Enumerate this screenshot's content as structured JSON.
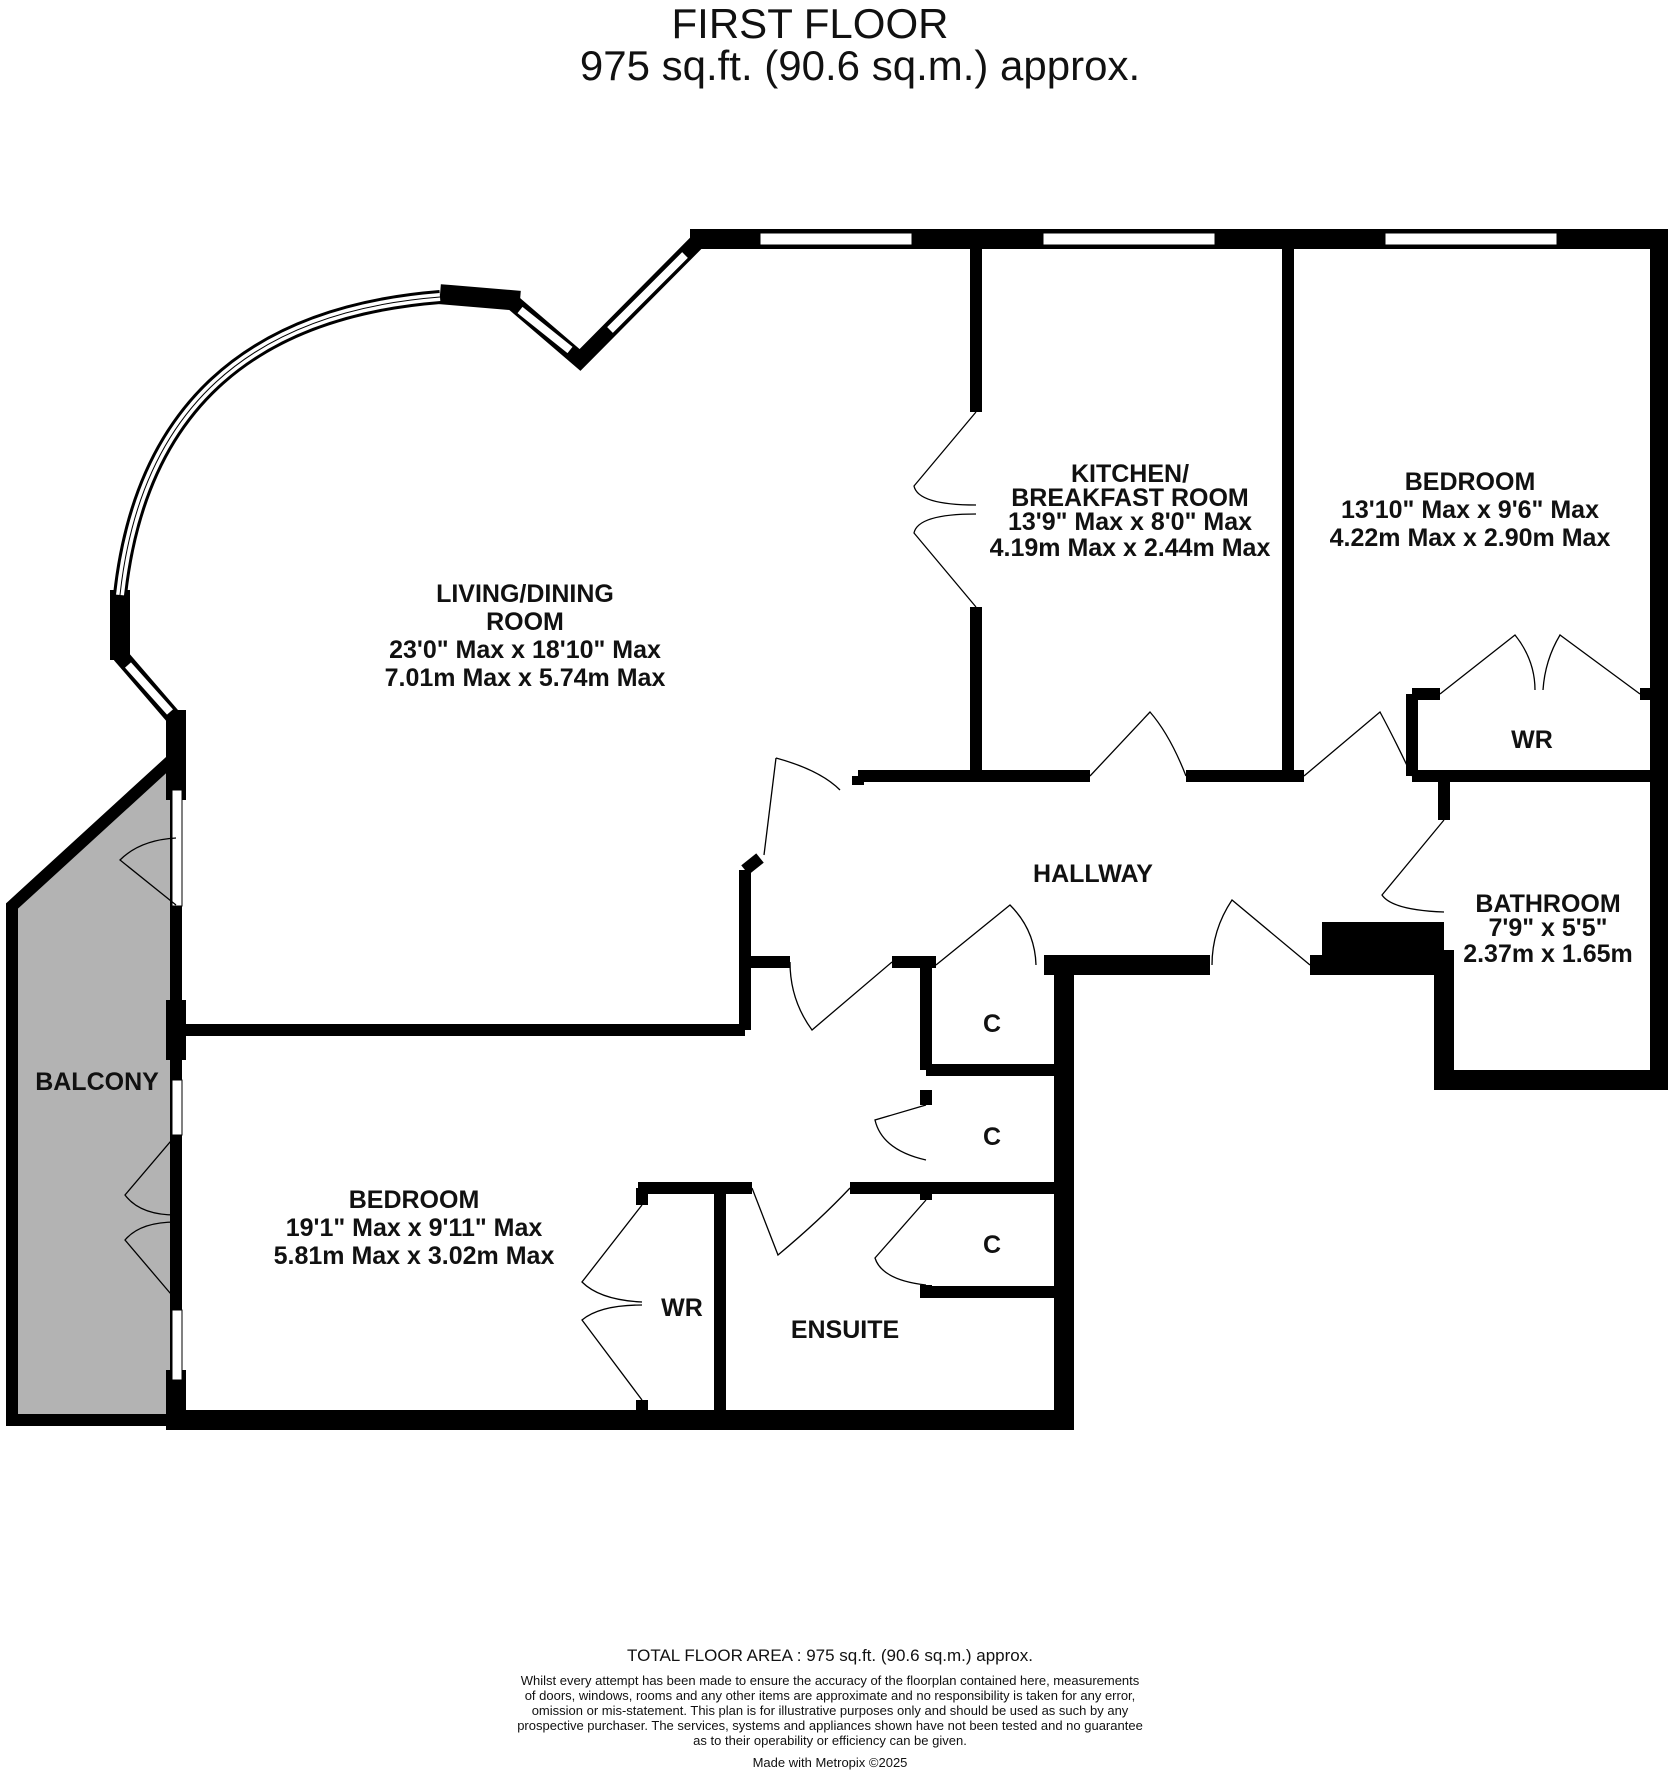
{
  "header": {
    "title": "FIRST FLOOR",
    "subtitle": "975 sq.ft. (90.6 sq.m.) approx."
  },
  "rooms": {
    "living": {
      "name1": "LIVING/DINING",
      "name2": "ROOM",
      "imperial": "23'0\" Max x 18'10\" Max",
      "metric": "7.01m Max x 5.74m Max"
    },
    "kitchen": {
      "name1": "KITCHEN/",
      "name2": "BREAKFAST ROOM",
      "imperial": "13'9\" Max x 8'0\" Max",
      "metric": "4.19m Max x 2.44m Max"
    },
    "bedroom1": {
      "name": "BEDROOM",
      "imperial": "13'10\" Max x 9'6\" Max",
      "metric": "4.22m Max x 2.90m Max"
    },
    "bathroom": {
      "name": "BATHROOM",
      "imperial": "7'9\"  x 5'5\"",
      "metric": "2.37m  x 1.65m"
    },
    "bedroom2": {
      "name": "BEDROOM",
      "imperial": "19'1\" Max x 9'11\" Max",
      "metric": "5.81m Max x 3.02m Max"
    },
    "hallway": "HALLWAY",
    "balcony": "BALCONY",
    "ensuite": "ENSUITE",
    "wr": "WR",
    "cupboard": "C"
  },
  "colors": {
    "wall": "#000000",
    "balcony_fill": "#b3b3b3",
    "window": "#ffffff"
  },
  "footer": {
    "total": "TOTAL FLOOR AREA : 975 sq.ft. (90.6 sq.m.) approx.",
    "disclaimer": [
      "Whilst every attempt has been made to ensure the accuracy of the floorplan contained here, measurements",
      "of doors, windows, rooms and any other items are approximate and no responsibility is taken for any error,",
      "omission or mis-statement. This plan is for illustrative purposes only and should be used as such by any",
      "prospective purchaser. The services, systems and appliances shown have not been tested and no guarantee",
      "as to their operability or efficiency can be given."
    ],
    "credit": "Made with Metropix ©2025"
  }
}
